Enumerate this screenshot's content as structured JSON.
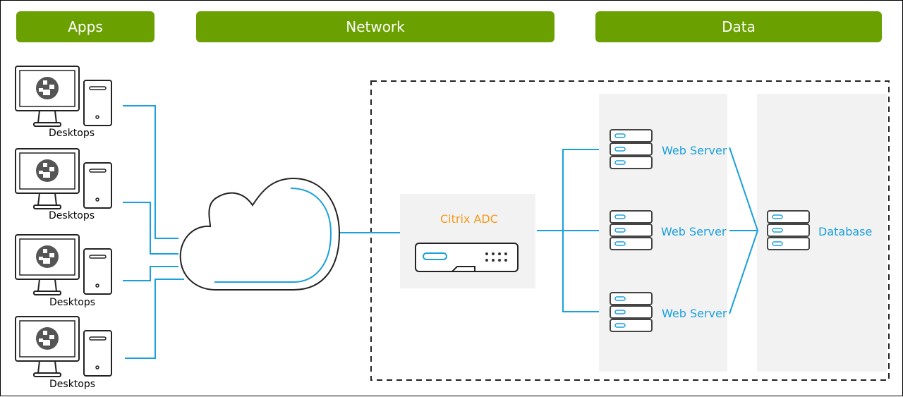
{
  "headers": {
    "apps": "Apps",
    "network": "Network",
    "data": "Data"
  },
  "desktops": [
    {
      "label": "Desktops"
    },
    {
      "label": "Desktops"
    },
    {
      "label": "Desktops"
    },
    {
      "label": "Desktops"
    }
  ],
  "network": {
    "cloud": "cloud-icon",
    "adc_label": "Citrix ADC"
  },
  "web_servers": [
    {
      "label": "Web Server"
    },
    {
      "label": "Web Server"
    },
    {
      "label": "Web Server"
    }
  ],
  "database": {
    "label": "Database"
  },
  "colors": {
    "header_green": "#6aa000",
    "link_blue": "#1aa0dc",
    "adc_orange": "#f39a1e",
    "panel_gray": "#f2f2f2",
    "outline": "#333333"
  }
}
